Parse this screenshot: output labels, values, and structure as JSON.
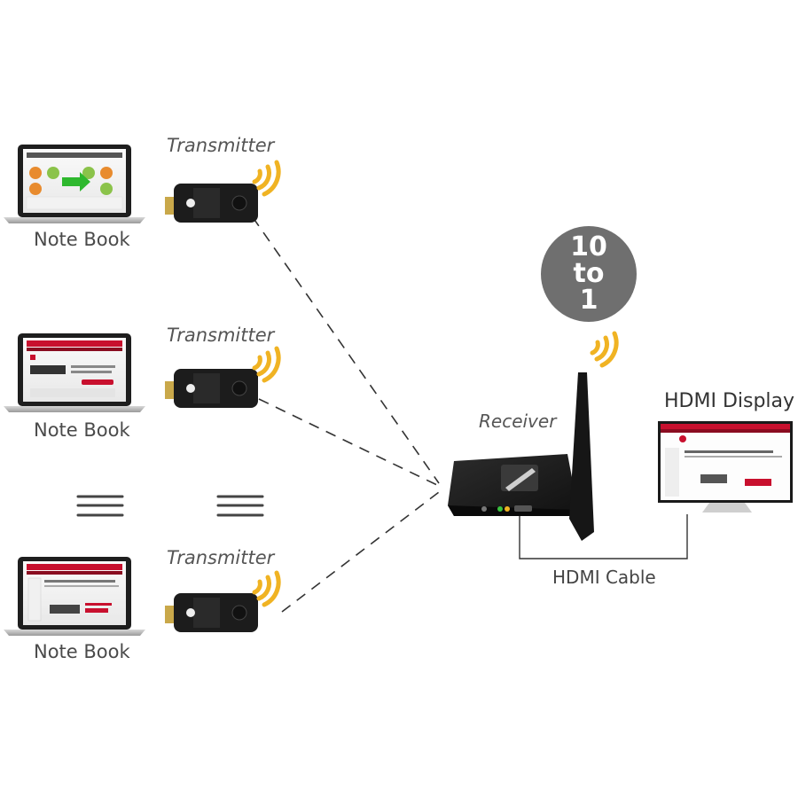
{
  "badge": {
    "line1": "10",
    "line2": "to",
    "line3": "1"
  },
  "labels": {
    "notebook": "Note Book",
    "transmitter": "Transmitter",
    "receiver": "Receiver",
    "hdmi_display": "HDMI Display",
    "hdmi_cable": "HDMI Cable"
  },
  "nodes": [
    {
      "id": "notebook-1",
      "label": "Note Book"
    },
    {
      "id": "notebook-2",
      "label": "Note Book"
    },
    {
      "id": "notebook-3",
      "label": "Note Book"
    },
    {
      "id": "transmitter-1",
      "label": "Transmitter"
    },
    {
      "id": "transmitter-2",
      "label": "Transmitter"
    },
    {
      "id": "transmitter-3",
      "label": "Transmitter"
    },
    {
      "id": "receiver",
      "label": "Receiver"
    },
    {
      "id": "hdmi-display",
      "label": "HDMI Display"
    }
  ],
  "edges": [
    {
      "from": "transmitter-1",
      "to": "receiver",
      "style": "dashed",
      "label": ""
    },
    {
      "from": "transmitter-2",
      "to": "receiver",
      "style": "dashed",
      "label": ""
    },
    {
      "from": "transmitter-3",
      "to": "receiver",
      "style": "dashed",
      "label": ""
    },
    {
      "from": "receiver",
      "to": "hdmi-display",
      "style": "solid",
      "label": "HDMI Cable"
    }
  ],
  "colors": {
    "wifi": "#f0b323",
    "device": "#1c1c1c",
    "badge": "#6f6f6f",
    "accent_red": "#c8102e"
  }
}
